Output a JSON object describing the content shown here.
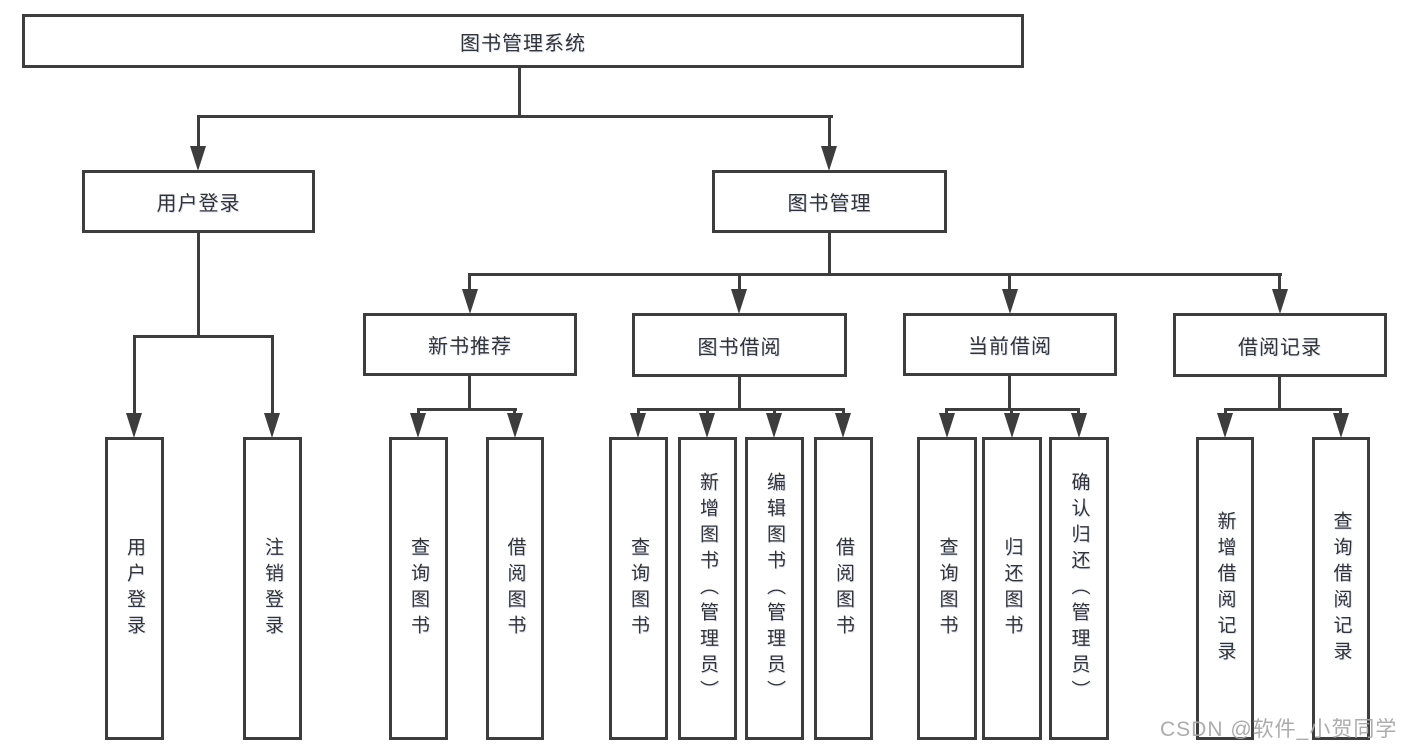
{
  "diagram": {
    "root": {
      "label": "图书管理系统"
    },
    "branches": [
      {
        "label": "用户登录",
        "children": [
          {
            "label": "用户登录"
          },
          {
            "label": "注销登录"
          }
        ]
      },
      {
        "label": "图书管理",
        "children": [
          {
            "label": "新书推荐",
            "children": [
              {
                "label": "查询图书"
              },
              {
                "label": "借阅图书"
              }
            ]
          },
          {
            "label": "图书借阅",
            "children": [
              {
                "label": "查询图书"
              },
              {
                "label": "新增图书（管理员）"
              },
              {
                "label": "编辑图书（管理员）"
              },
              {
                "label": "借阅图书"
              }
            ]
          },
          {
            "label": "当前借阅",
            "children": [
              {
                "label": "查询图书"
              },
              {
                "label": "归还图书"
              },
              {
                "label": "确认归还（管理员）"
              }
            ]
          },
          {
            "label": "借阅记录",
            "children": [
              {
                "label": "新增借阅记录"
              },
              {
                "label": "查询借阅记录"
              }
            ]
          }
        ]
      }
    ]
  },
  "watermark": {
    "text": "CSDN @软件_小贺同学"
  },
  "colors": {
    "line": "#3d3d3d",
    "text": "#333333",
    "watermark": "#a6a6a6",
    "background": "#ffffff"
  }
}
